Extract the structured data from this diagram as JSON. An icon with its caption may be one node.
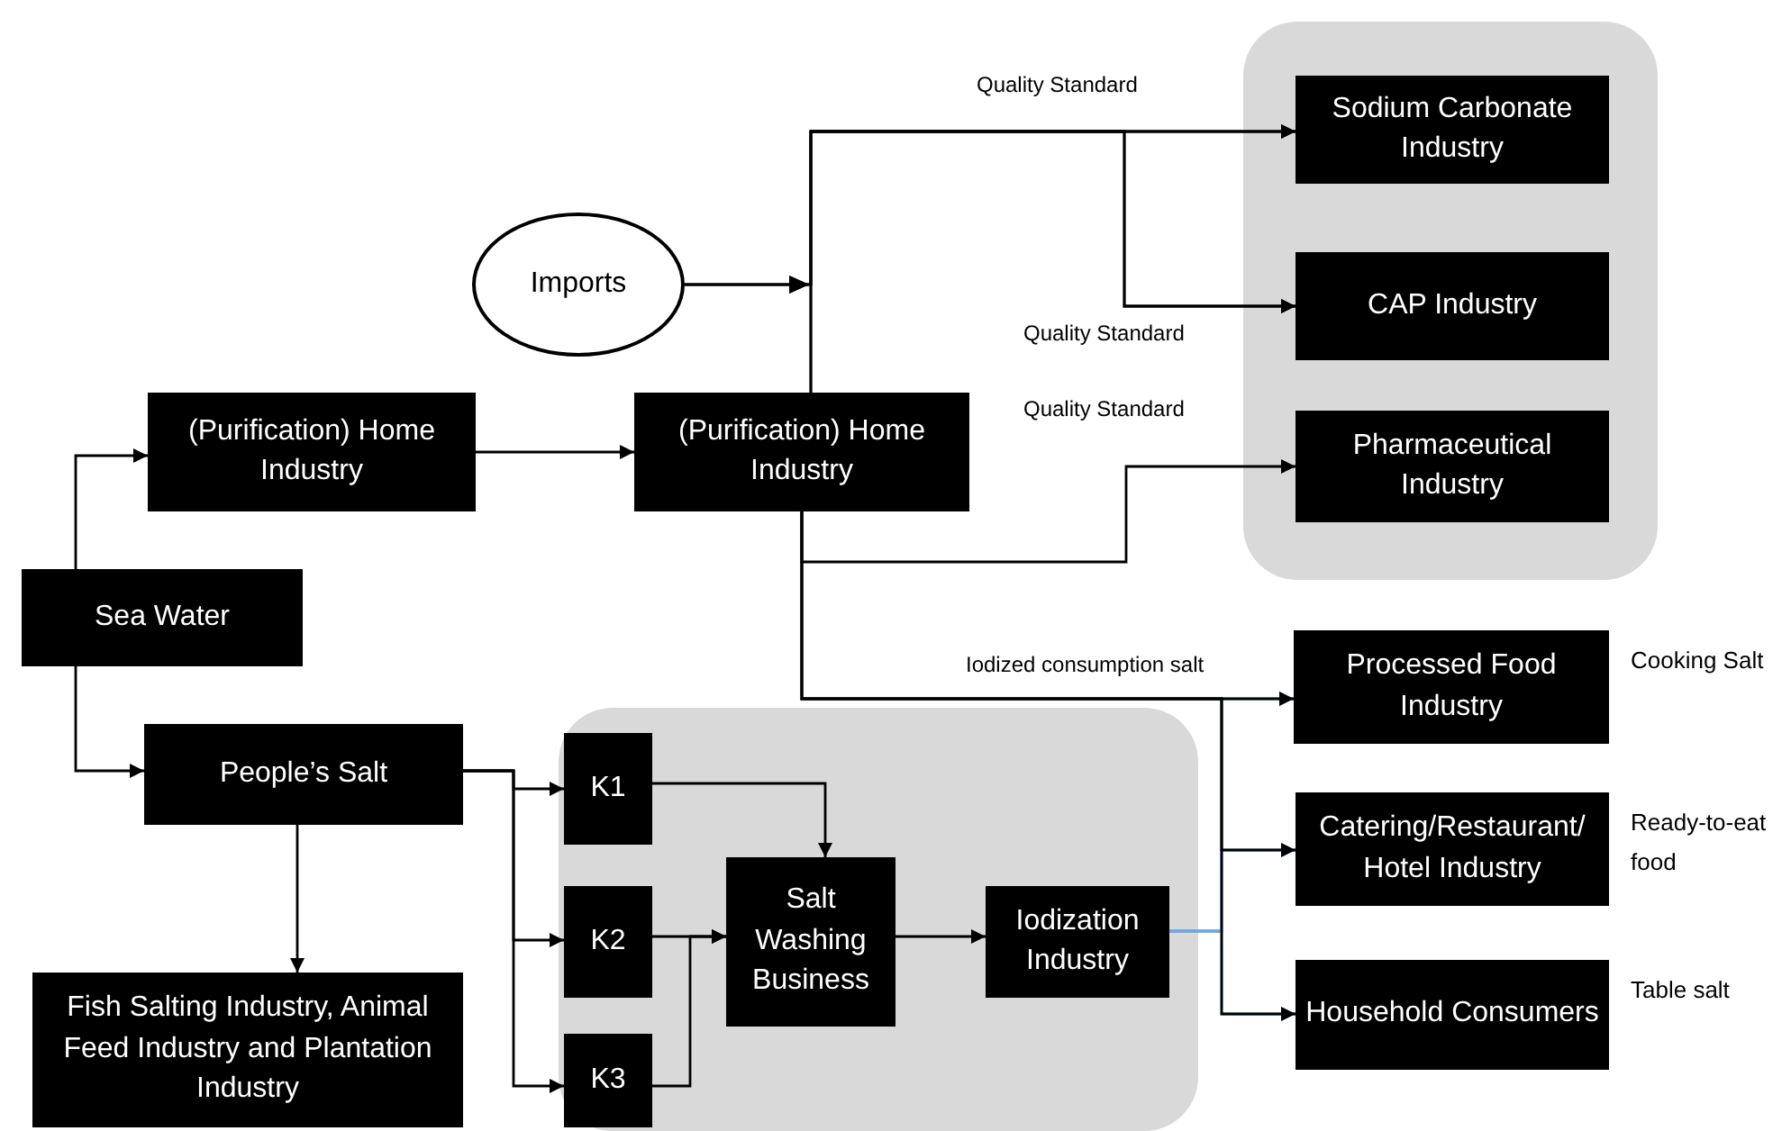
{
  "diagram": {
    "nodes": [
      {
        "text": [],
        "shape": "box"
      },
      {
        "text": [
          "Sodium Carbonate Industry"
        ],
        "in": 0
      },
      {
        "text": [
          "Imports"
        ]
      },
      {
        "text": [
          "CAP Industry"
        ],
        "in": 0
      },
      {
        "text": [
          "(Purification) Home Industry"
        ]
      },
      {
        "text": [
          "(Purification) Home Industry"
        ]
      },
      {
        "text": [
          "Pharmaceutical Industry"
        ],
        "in": 0
      },
      {
        "text": [
          "Sea Water"
        ]
      },
      {
        "text": [
          "Processed Food Industry"
        ],
        "beside": [
          "Cooking Salt"
        ]
      },
      {
        "text": [],
        "shape": "box"
      },
      {
        "text": [
          "People’s Salt"
        ]
      },
      {
        "text": [
          "K1"
        ],
        "in": 9
      },
      {
        "text": [
          "Catering/Restaurant/ Hotel Industry"
        ],
        "beside": [
          "Ready-to-eat food"
        ]
      },
      {
        "text": [
          "K2"
        ],
        "in": 9
      },
      {
        "text": [
          "Salt Washing Business"
        ],
        "in": 9
      },
      {
        "text": [
          "Iodization Industry"
        ],
        "in": 9
      },
      {
        "text": [
          "Household Consumers"
        ],
        "beside": [
          "Table salt"
        ]
      },
      {
        "text": [
          "Fish Salting Industry, Animal Feed Industry and Plantation Industry"
        ]
      },
      {
        "text": [
          "K3"
        ],
        "in": 9
      }
    ],
    "edges": [
      {
        "from": 7,
        "to": 4,
        "arrow": "to"
      },
      {
        "from": 7,
        "to": 10,
        "arrow": "to"
      },
      {
        "from": 4,
        "to": 5,
        "arrow": "to"
      },
      {
        "from": 5,
        "to": 1,
        "arrow": "to",
        "label": "Quality Standard"
      },
      {
        "from": 5,
        "to": 3,
        "arrow": "to",
        "label": "Quality Standard"
      },
      {
        "from": 2,
        "to": 1,
        "arrow": "to"
      },
      {
        "from": 2,
        "to": 3,
        "arrow": "to"
      },
      {
        "from": 5,
        "to": 6,
        "arrow": "to",
        "label": "Quality Standard"
      },
      {
        "from": 5,
        "to": 8,
        "arrow": "to",
        "label": "Iodized consumption salt"
      },
      {
        "from": 5,
        "to": 12,
        "arrow": "to"
      },
      {
        "from": 5,
        "to": 16,
        "arrow": "to"
      },
      {
        "from": 15,
        "to": 8,
        "arrow": "to",
        "color": "#6fa8dc"
      },
      {
        "from": 15,
        "to": 12,
        "arrow": "to",
        "color": "#6fa8dc"
      },
      {
        "from": 15,
        "to": 16,
        "arrow": "to",
        "color": "#6fa8dc"
      },
      {
        "from": 10,
        "to": 11,
        "arrow": "to"
      },
      {
        "from": 10,
        "to": 13,
        "arrow": "to"
      },
      {
        "from": 10,
        "to": 18,
        "arrow": "to"
      },
      {
        "from": 10,
        "to": 17,
        "arrow": "to"
      },
      {
        "from": 11,
        "to": 14,
        "arrow": "to"
      },
      {
        "from": 13,
        "to": 14,
        "arrow": "to"
      },
      {
        "from": 18,
        "to": 14,
        "arrow": "to"
      },
      {
        "from": 14,
        "to": 15,
        "arrow": "to"
      }
    ]
  }
}
